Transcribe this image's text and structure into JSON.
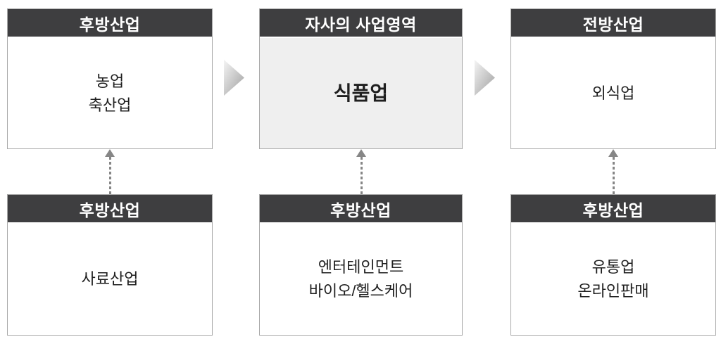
{
  "diagram": {
    "top_row": [
      {
        "header": "후방산업",
        "body": "농업\n축산업"
      },
      {
        "header": "자사의 사업영역",
        "body": "식품업"
      },
      {
        "header": "전방산업",
        "body": "외식업"
      }
    ],
    "bottom_row": [
      {
        "header": "후방산업",
        "body": "사료산업"
      },
      {
        "header": "후방산업",
        "body": "엔터테인먼트\n바이오/헬스케어"
      },
      {
        "header": "후방산업",
        "body": "유통업\n온라인판매"
      }
    ],
    "icons": {
      "flow_arrow": "chevron-right-icon",
      "relation_arrow": "dashed-arrow-up-icon"
    }
  },
  "colors": {
    "page_bg": "#ffffff",
    "header_bg": "#3e3e40",
    "header_text": "#ffffff",
    "box_border": "#a9a9a9",
    "body_bg": "#ffffff",
    "highlight_bg": "#efefef",
    "body_text": "#1f1f1f",
    "arrow": "#868686",
    "chevron_dark": "#a3a3a3"
  }
}
